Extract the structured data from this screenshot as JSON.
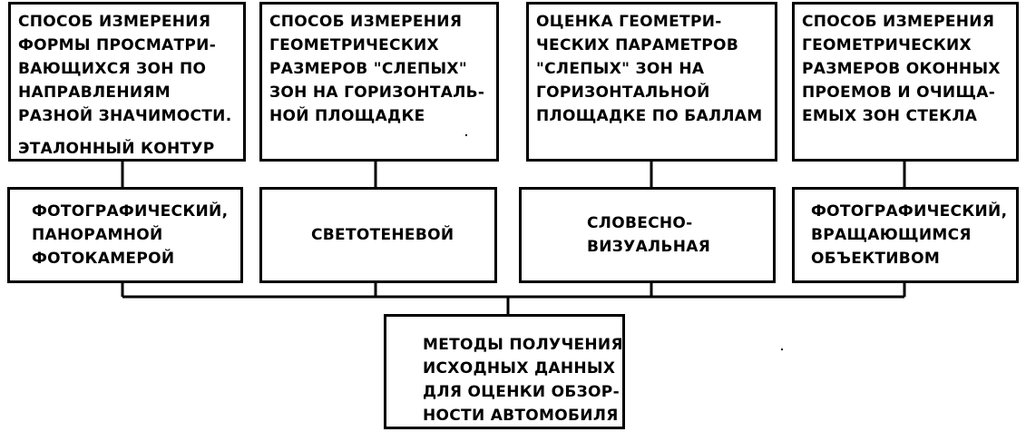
{
  "top_boxes": [
    {
      "lines": [
        "СПОСОБ ИЗМЕРЕНИЯ",
        "ФОРМЫ ПРОСМАТРИ-",
        "ВАЮЩИХСЯ ЗОН ПО",
        "НАПРАВЛЕНИЯМ",
        "РАЗНОЙ ЗНАЧИМОСТИ."
      ],
      "extra": "ЭТАЛОННЫЙ КОНТУР"
    },
    {
      "lines": [
        "СПОСОБ ИЗМЕРЕНИЯ",
        "ГЕОМЕТРИЧЕСКИХ",
        "РАЗМЕРОВ \"СЛЕПЫХ\"",
        "ЗОН НА ГОРИЗОНТАЛЬ-",
        "НОЙ ПЛОЩАДКЕ"
      ]
    },
    {
      "lines": [
        "ОЦЕНКА ГЕОМЕТРИ-",
        "ЧЕСКИХ ПАРАМЕТРОВ",
        "\"СЛЕПЫХ\" ЗОН НА",
        "ГОРИЗОНТАЛЬНОЙ",
        "ПЛОЩАДКЕ ПО БАЛЛАМ"
      ]
    },
    {
      "lines": [
        "СПОСОБ ИЗМЕРЕНИЯ",
        "ГЕОМЕТРИЧЕСКИХ",
        "РАЗМЕРОВ ОКОННЫХ",
        "ПРОЕМОВ И ОЧИЩА-",
        "ЕМЫХ ЗОН СТЕКЛА"
      ]
    }
  ],
  "mid_boxes": [
    {
      "lines": [
        "ФОТОГРАФИЧЕСКИЙ,",
        "ПАНОРАМНОЙ",
        "ФОТОКАМЕРОЙ"
      ]
    },
    {
      "lines": [
        "СВЕТОТЕНЕВОЙ"
      ]
    },
    {
      "lines": [
        "СЛОВЕСНО-",
        "ВИЗУАЛЬНАЯ"
      ]
    },
    {
      "lines": [
        "ФОТОГРАФИЧЕСКИЙ,",
        "ВРАЩАЮЩИМСЯ",
        "ОБЪЕКТИВОМ"
      ]
    }
  ],
  "bottom_box": {
    "lines": [
      "МЕТОДЫ ПОЛУЧЕНИЯ",
      "ИСХОДНЫХ ДАННЫХ",
      "ДЛЯ ОЦЕНКИ ОБЗОР-",
      "НОСТИ АВТОМОБИЛЯ"
    ]
  },
  "colors": {
    "line": "#000000",
    "background": "#ffffff"
  }
}
